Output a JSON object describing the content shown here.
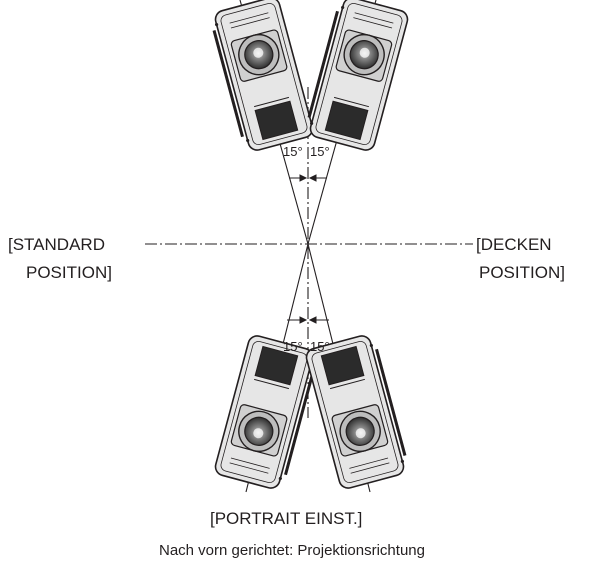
{
  "labels": {
    "standard_line1": "[STANDARD",
    "standard_line2": "POSITION]",
    "ceiling_line1": "[DECKEN",
    "ceiling_line2": "POSITION]",
    "portrait": "[PORTRAIT EINST.]",
    "caption": "Nach vorn gerichtet: Projektionsrichtung"
  },
  "angles": {
    "upper_left": "15°",
    "upper_right": "15°",
    "lower_left": "15°",
    "lower_right": "15°"
  },
  "colors": {
    "line": "#231f20",
    "body_fill": "#e6e6e6",
    "panel_fill": "#2b2b2b",
    "lens_fill": "#4d4d4d"
  }
}
